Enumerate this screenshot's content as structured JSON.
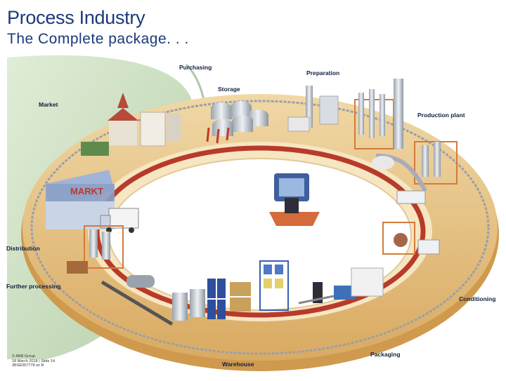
{
  "slide": {
    "title": "Process Industry",
    "subtitle": "The Complete package. . ."
  },
  "diagram": {
    "store_sign": "MARKT",
    "labels": {
      "purchasing": "Purchasing",
      "preparation": "Preparation",
      "market": "Market",
      "storage": "Storage",
      "production_plant": "Production plant",
      "distribution": "Distribution",
      "further_processing": "Further processing",
      "conditioning": "Conditioning",
      "packaging": "Packaging",
      "warehouse": "Warehouse"
    }
  },
  "footer": {
    "copyright": "© ABB Group",
    "date_slide": "18 March 2018 | Slide 14",
    "doc_id": "3BSE057778 en B"
  },
  "colors": {
    "title": "#1a3a7a",
    "ring_top": "#e9c88f",
    "ring_inner": "#f2dcae",
    "rail_red": "#b83a2a",
    "glass": "#cfe3c4"
  }
}
